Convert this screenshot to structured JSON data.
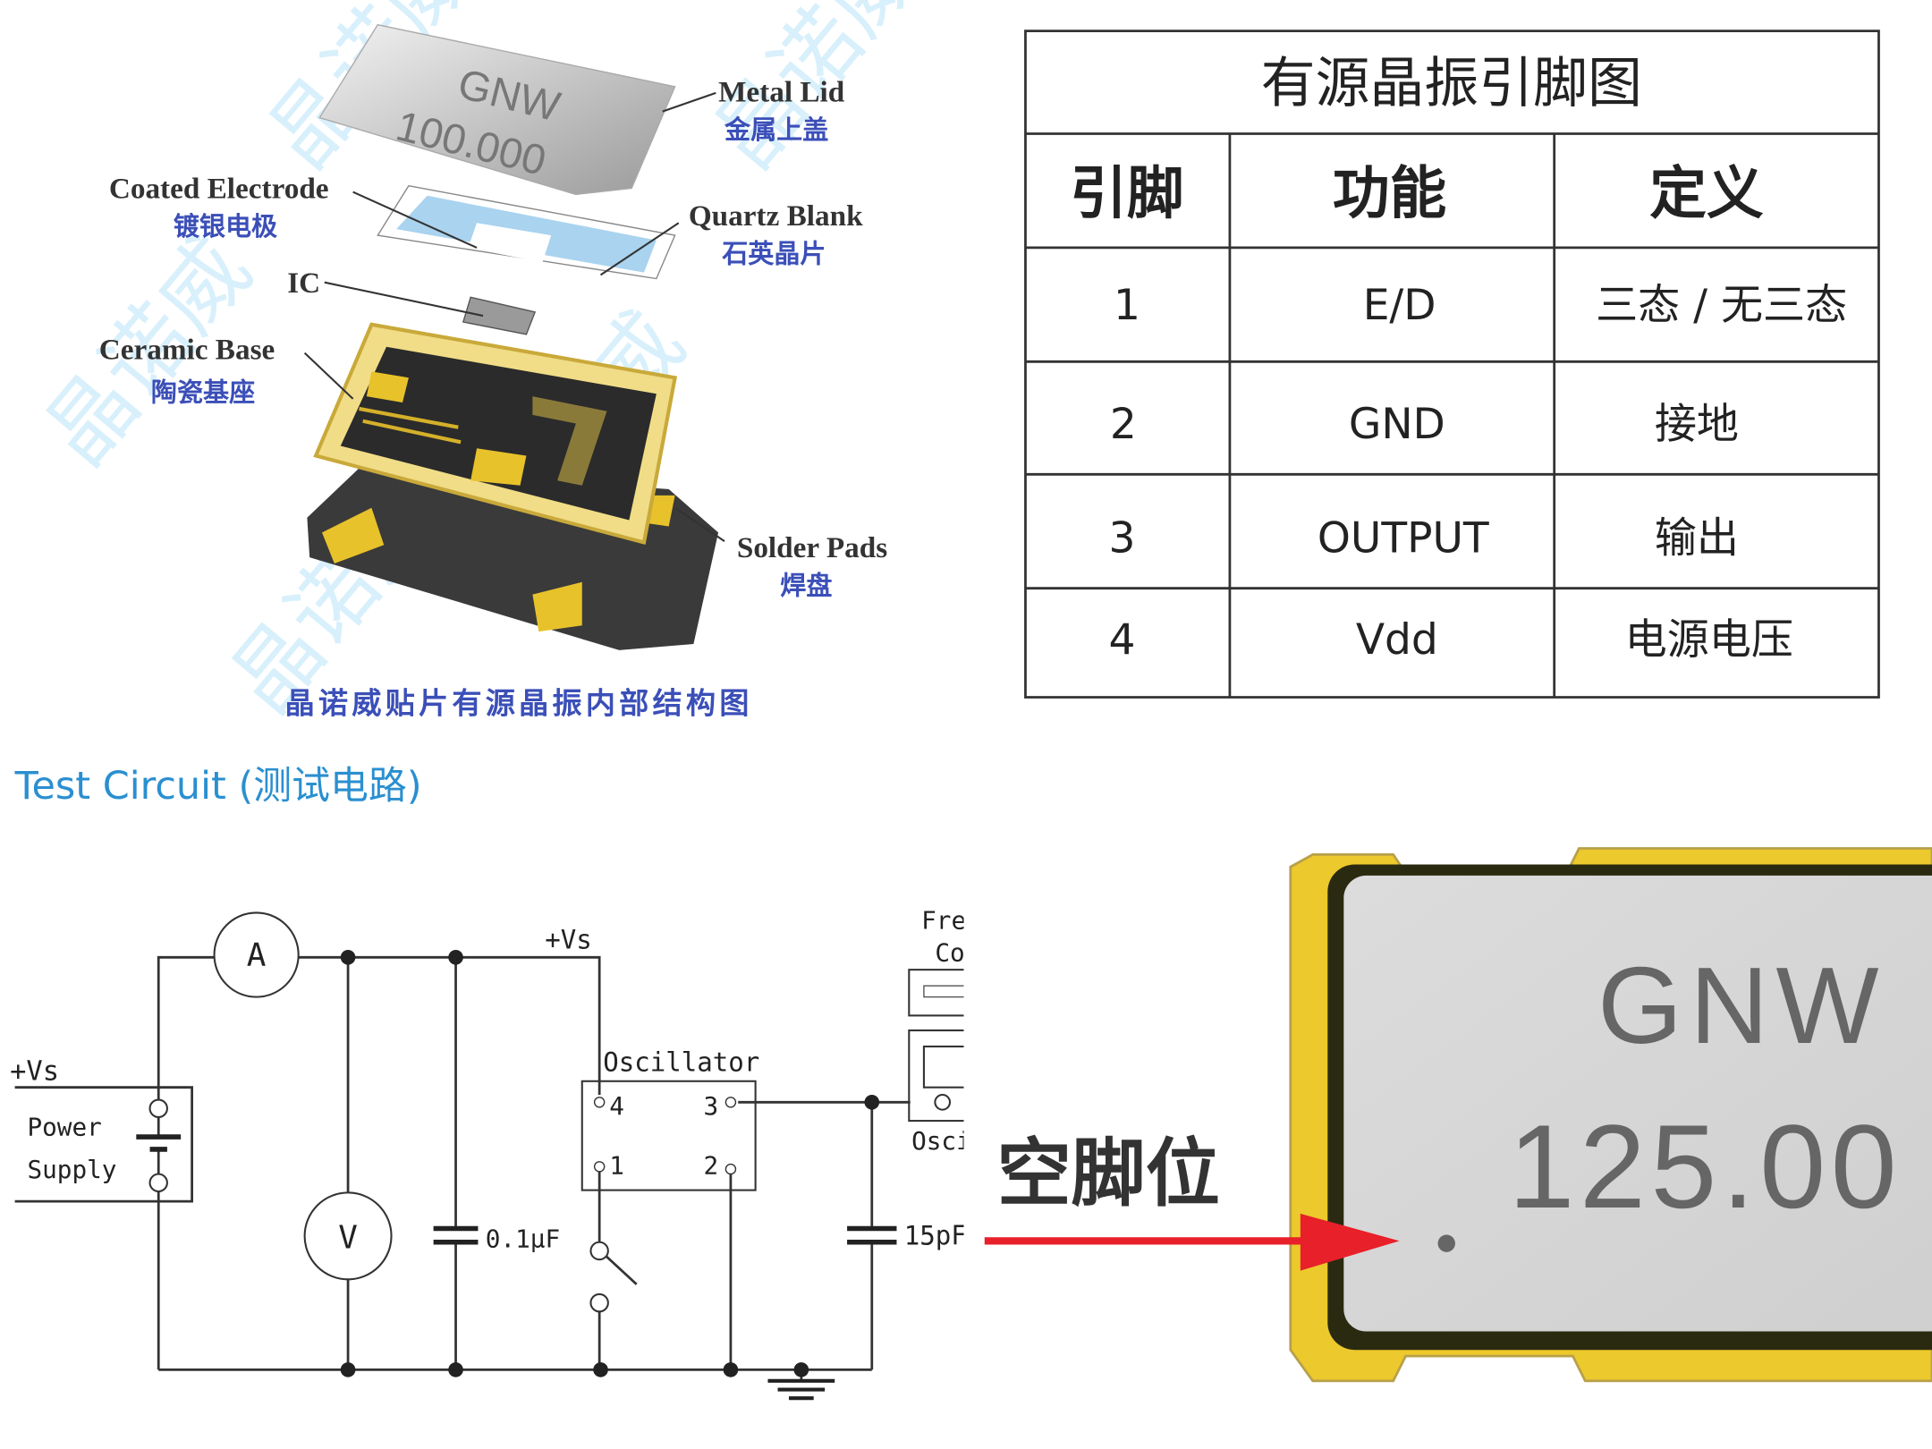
{
  "structure_diagram": {
    "labels": {
      "metal_lid_en": "Metal Lid",
      "metal_lid_cn": "金属上盖",
      "coated_electrode_en": "Coated Electrode",
      "coated_electrode_cn": "镀银电极",
      "quartz_blank_en": "Quartz Blank",
      "quartz_blank_cn": "石英晶片",
      "ic": "IC",
      "ceramic_base_en": "Ceramic Base",
      "ceramic_base_cn": "陶瓷基座",
      "solder_pads_en": "Solder Pads",
      "solder_pads_cn": "焊盘"
    },
    "lid_marking_1": "GNW",
    "lid_marking_2": "100.000",
    "caption": "晶诺威贴片有源晶振内部结构图",
    "watermark": "晶诺威"
  },
  "pin_table": {
    "title": "有源晶振引脚图",
    "headers": [
      "引脚",
      "功能",
      "定义"
    ],
    "rows": [
      [
        "1",
        "E/D",
        "三态 / 无三态"
      ],
      [
        "2",
        "GND",
        "接地"
      ],
      [
        "3",
        "OUTPUT",
        "输出"
      ],
      [
        "4",
        "Vdd",
        "电源电压"
      ]
    ]
  },
  "test_circuit": {
    "title": "Test Circuit (测试电路)",
    "ammeter": "A",
    "voltmeter": "V",
    "vs_top": "+Vs",
    "vs_left": "+Vs",
    "power": "Power",
    "supply": "Supply",
    "oscillator": "Oscillator",
    "pins": [
      "4",
      "3",
      "1",
      "2"
    ],
    "cap1": "0.1μF",
    "cap2": "15pF",
    "counter_1": "Fre",
    "counter_2": "Co",
    "scope": "Osci"
  },
  "chip_photo": {
    "marking_1": "GNW",
    "marking_2": "125.00",
    "annotation": "空脚位",
    "arrow_color": "#e8202a"
  },
  "colors": {
    "title_blue": "#2a8fd0",
    "gold": "#e8c62a",
    "label_blue": "#3b4fb8"
  }
}
